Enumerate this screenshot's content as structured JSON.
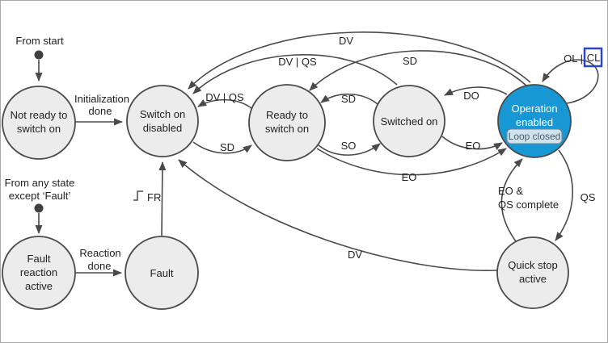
{
  "colors": {
    "canvas_border": "#a8a8a8",
    "text": "#1f1f1f",
    "edge": "#4a4a4a",
    "node_fill": "#ececec",
    "node_stroke": "#4a4a4a",
    "active_fill": "#1897d5",
    "active_text": "#ffffff",
    "badge_fill": "#cfe3ef",
    "badge_stroke": "#76868f",
    "badge_text": "#4e5a62",
    "highlight": "#2a46c6"
  },
  "nodes": {
    "not_ready_to_switch_on": {
      "lines": [
        "Not ready to",
        "switch on"
      ]
    },
    "switch_on_disabled": {
      "lines": [
        "Switch on",
        "disabled"
      ]
    },
    "ready_to_switch_on": {
      "lines": [
        "Ready to",
        "switch on"
      ]
    },
    "switched_on": {
      "label": "Switched on"
    },
    "operation_enabled": {
      "lines": [
        "Operation",
        "enabled"
      ],
      "badge": "Loop closed"
    },
    "quick_stop_active": {
      "lines": [
        "Quick stop",
        "active"
      ]
    },
    "fault_reaction_active": {
      "lines": [
        "Fault",
        "reaction",
        "active"
      ]
    },
    "fault": {
      "label": "Fault"
    }
  },
  "annotations": {
    "from_start": "From start",
    "from_any_state": [
      "From any state",
      "except ‘Fault’"
    ]
  },
  "edges": {
    "initialization_done": [
      "Initialization",
      "done"
    ],
    "sd_disabled_to_ready": "SD",
    "dvqs_ready_to_disabled": "DV | QS",
    "so_ready_to_switched_on": "SO",
    "sd_switched_on_to_ready": "SD",
    "eo_switched_on_to_op": "EO",
    "do_op_to_switched_on": "DO",
    "sd_op_to_ready": "SD",
    "dvqs_switched_on_to_disabled": "DV | QS",
    "dv_op_to_disabled": "DV",
    "eo_ready_to_op": "EO",
    "ol_cl_prefix": "OL |",
    "ol_cl_highlighted": "CL",
    "qs_op_to_quick_stop": "QS",
    "eo_qs_complete": [
      "EO &",
      "QS complete"
    ],
    "dv_quick_stop_to_disabled": "DV",
    "reaction_done": [
      "Reaction",
      "done"
    ],
    "fr_fault_to_disabled": "FR"
  }
}
